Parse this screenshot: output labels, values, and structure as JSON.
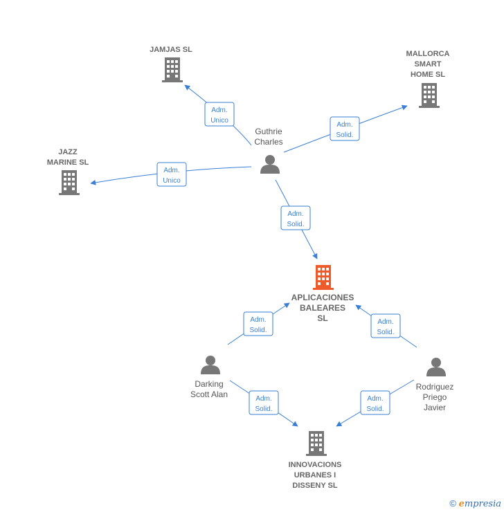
{
  "companies": [
    {
      "id": "jamjas",
      "lines": [
        "JAMJAS SL"
      ],
      "main": false
    },
    {
      "id": "mallorca",
      "lines": [
        "MALLORCA",
        "SMART",
        "HOME  SL"
      ],
      "main": false
    },
    {
      "id": "jazz",
      "lines": [
        "JAZZ",
        "MARINE SL"
      ],
      "main": false
    },
    {
      "id": "aplicaciones",
      "lines": [
        "APLICACIONES",
        "BALEARES",
        "SL"
      ],
      "main": true
    },
    {
      "id": "innovacions",
      "lines": [
        "INNOVACIONS",
        "URBANES I",
        "DISSENY  SL"
      ],
      "main": false
    }
  ],
  "people": [
    {
      "id": "guthrie",
      "lines": [
        "Guthrie",
        "Charles"
      ]
    },
    {
      "id": "darking",
      "lines": [
        "Darking",
        "Scott Alan"
      ]
    },
    {
      "id": "rodriguez",
      "lines": [
        "Rodriguez",
        "Priego",
        "Javier"
      ]
    }
  ],
  "edges": [
    {
      "from": "guthrie",
      "to": "jamjas",
      "label": [
        "Adm.",
        "Unico"
      ]
    },
    {
      "from": "guthrie",
      "to": "mallorca",
      "label": [
        "Adm.",
        "Solid."
      ]
    },
    {
      "from": "guthrie",
      "to": "jazz",
      "label": [
        "Adm.",
        "Unico"
      ]
    },
    {
      "from": "guthrie",
      "to": "aplicaciones",
      "label": [
        "Adm.",
        "Solid."
      ]
    },
    {
      "from": "darking",
      "to": "aplicaciones",
      "label": [
        "Adm.",
        "Solid."
      ]
    },
    {
      "from": "rodriguez",
      "to": "aplicaciones",
      "label": [
        "Adm.",
        "Solid."
      ]
    },
    {
      "from": "darking",
      "to": "innovacions",
      "label": [
        "Adm.",
        "Solid."
      ]
    },
    {
      "from": "rodriguez",
      "to": "innovacions",
      "label": [
        "Adm.",
        "Solid."
      ]
    }
  ],
  "colors": {
    "edge": "#3a7fd5",
    "company_icon": "#777777",
    "main_company_icon": "#ee5a2a",
    "person_icon": "#777777"
  },
  "footer": {
    "copyright": "©",
    "brand_e": "e",
    "brand_rest": "mpresia"
  }
}
